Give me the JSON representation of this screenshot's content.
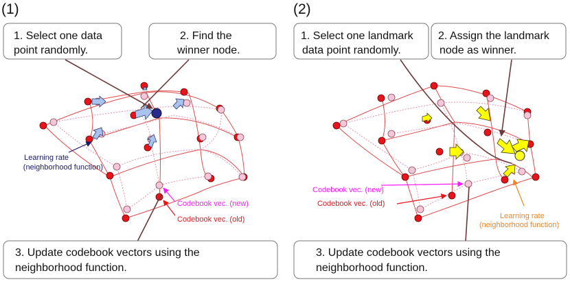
{
  "panels": [
    {
      "label": "(1)",
      "step1": [
        "1. Select one data",
        "point randomly."
      ],
      "step2": [
        "2. Find the",
        "winner node."
      ],
      "step3": [
        "3. Update codebook vectors using the",
        "neighborhood function."
      ],
      "learning_rate": [
        "Learning rate",
        "(neighborhood function)"
      ],
      "codebook_new": "Codebook vec. (new)",
      "codebook_old": "Codebook vec. (old)"
    },
    {
      "label": "(2)",
      "step1": [
        "1. Select one landmark",
        "data point randomly."
      ],
      "step2": [
        "2. Assign the landmark",
        "node as winner."
      ],
      "step3": [
        "3. Update codebook vectors using the",
        "neighborhood function."
      ],
      "codebook_new": "Codebook vec. (new)",
      "codebook_old": "Codebook vec. (old)",
      "learning_rate": [
        "Learning rate",
        "(neighborhood function)"
      ]
    }
  ],
  "colors": {
    "old_node": "#e8141b",
    "new_node": "#f4c6d9",
    "grid_line": "#e04a4a",
    "arrow_blue": "#a9c3ee",
    "arrow_yellow": "#ffff00",
    "winner": "#2a2a8c",
    "landmark": "#ffff20",
    "leader": "#6b3a3a",
    "magenta": "#ff19ff",
    "orange": "#f5821f",
    "navy": "#1a1a66",
    "red_text": "#e8141b"
  }
}
